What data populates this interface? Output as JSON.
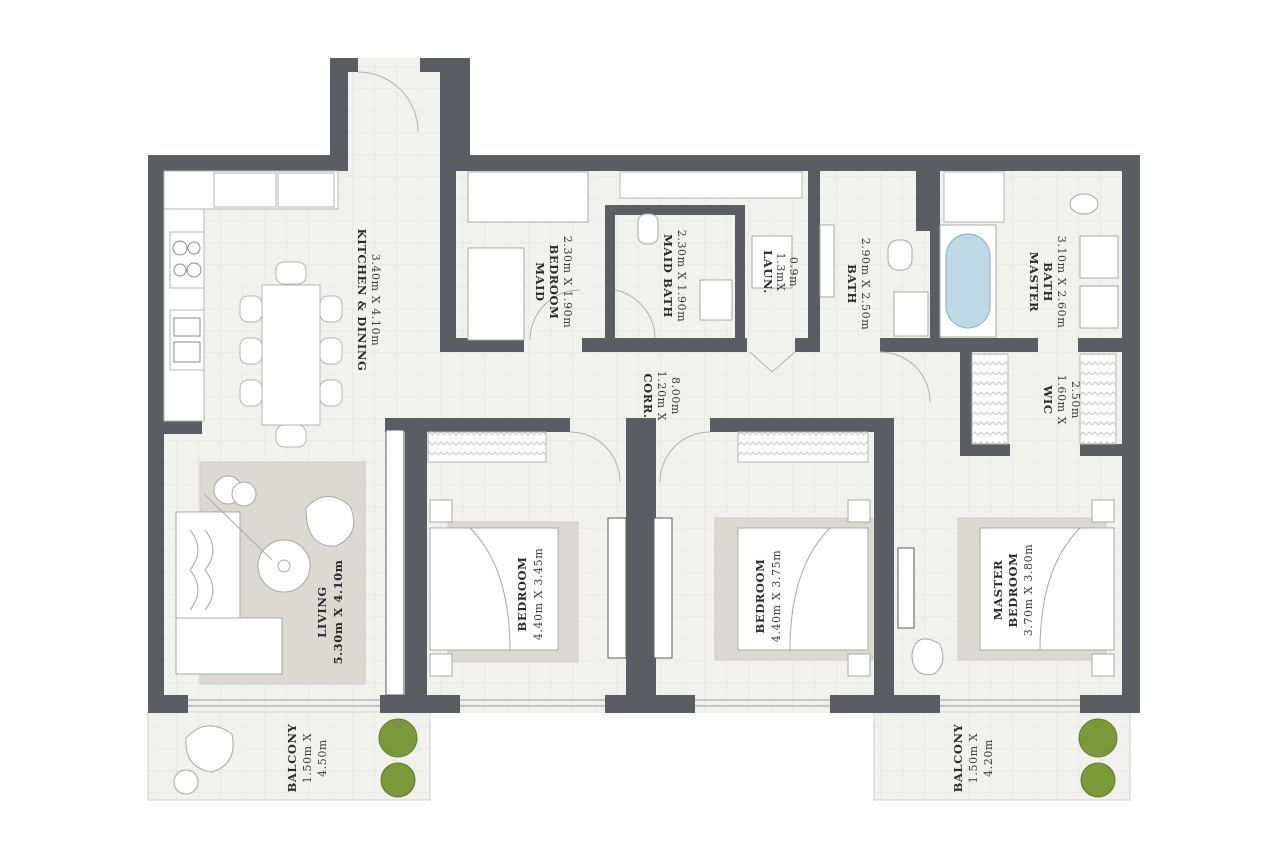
{
  "plan": {
    "colors": {
      "wall": "#5a5e62",
      "floor": "#f1f1ed",
      "grid": "#e4e4df",
      "rug": "#d9d6cf",
      "bath_water": "#bcd9e6",
      "plant": "#7a9a3a",
      "furniture_stroke": "#9a9a9a"
    },
    "rooms": {
      "kitchen_dining": {
        "name": "KITCHEN & DINING",
        "size": "3.40m X 4.10m"
      },
      "maid_bedroom": {
        "name_1": "MAID",
        "name_2": "BEDROOM",
        "size": "2.30m X 1.90m"
      },
      "maid_bath": {
        "name": "MAID BATH",
        "size": "2.30m X 1.90m"
      },
      "laundry": {
        "name": "LAUN.",
        "size_1": "1.3mX",
        "size_2": "0.9m"
      },
      "bath": {
        "name": "BATH",
        "size": "2.90m X 2.50m"
      },
      "master_bath": {
        "name_1": "MASTER",
        "name_2": "BATH",
        "size": "3.10m X 2.60m"
      },
      "corridor": {
        "name": "CORR.",
        "size_1": "1.20m X",
        "size_2": "8.00m"
      },
      "wic": {
        "name": "WIC",
        "size_1": "1.60m X",
        "size_2": "2.50m"
      },
      "living": {
        "name": "LIVING",
        "size": "5.30m X 4.10m"
      },
      "bedroom_1": {
        "name": "BEDROOM",
        "size": "4.40m X 3.45m"
      },
      "bedroom_2": {
        "name": "BEDROOM",
        "size": "4.40m X 3.75m"
      },
      "master_bedroom": {
        "name_1": "MASTER",
        "name_2": "BEDROOM",
        "size": "3.70m X 3.80m"
      },
      "balcony_left": {
        "name": "BALCONY",
        "size_1": "1.50m X",
        "size_2": "4.50m"
      },
      "balcony_right": {
        "name": "BALCONY",
        "size_1": "1.50m X",
        "size_2": "4.20m"
      }
    }
  }
}
